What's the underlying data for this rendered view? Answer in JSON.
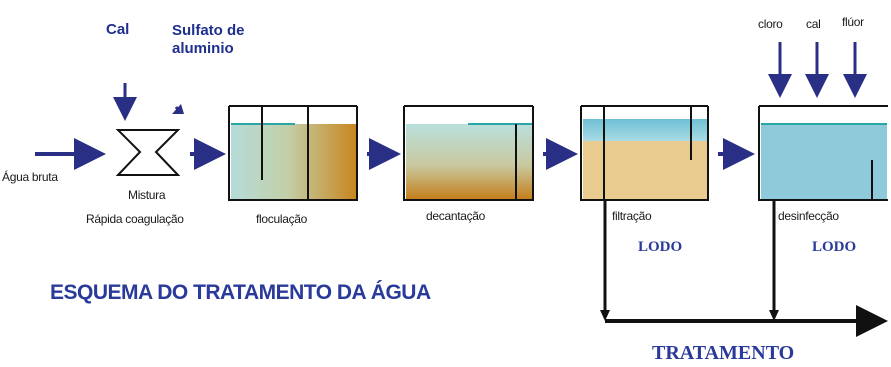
{
  "chemicals": {
    "cal": "Cal",
    "sulfato": "Sulfato de\naluminio",
    "cloro": "cloro",
    "cal2": "cal",
    "fluor": "flúor"
  },
  "stages": {
    "agua_bruta": "Água bruta",
    "mistura": "Mistura",
    "rapida": "Rápida coagulação",
    "floculacao": "floculação",
    "decantacao": "decantação",
    "filtracao": "filtração",
    "desinfeccao": "desinfecção"
  },
  "outputs": {
    "lodo_1": "LODO",
    "lodo_2": "LODO",
    "tratamento": "TRATAMENTO"
  },
  "title": "ESQUEMA DO TRATAMENTO DA ÁGUA",
  "colors": {
    "arrow": "#2a2f86",
    "water": "#a8d6da",
    "sediment": "#c9902e",
    "sand": "#e8c98c",
    "filter_water": "#7fc6d6",
    "disinfect": "#8cc8d8"
  }
}
